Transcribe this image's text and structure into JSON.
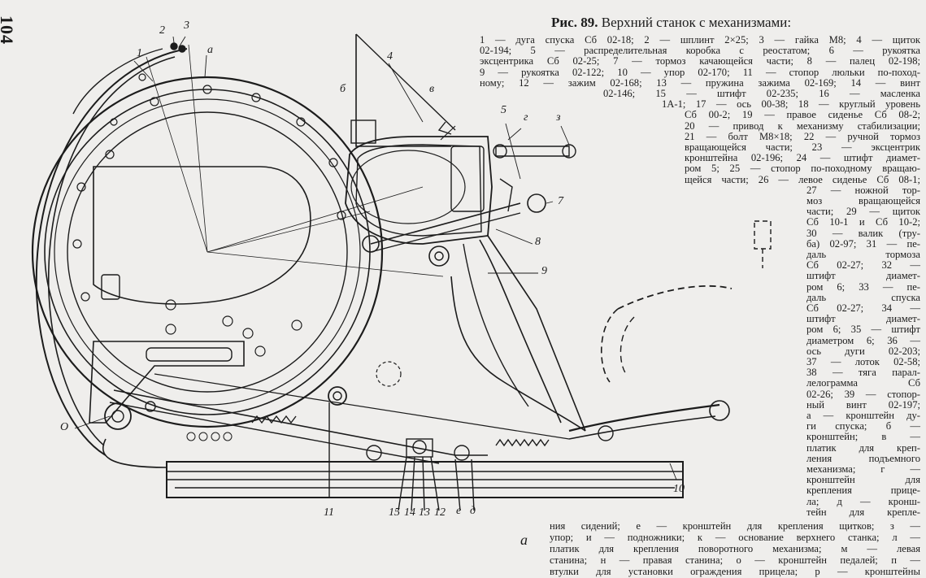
{
  "page_number": "104",
  "figure": {
    "number": "Рис. 89.",
    "title": "Верхний станок с механизмами:"
  },
  "legend_lines": [
    "1 — дуга спуска Сб 02-18; 2 — шплинт 2×25; 3 — гайка М8; 4 — щиток",
    "02-194; 5 — распределительная коробка с реостатом; 6 — рукоятка",
    "эксцентрика Сб 02-25; 7 — тормоз качающейся части; 8 — палец 02-198;",
    "9 — рукоятка 02-122; 10 — упор 02-170; 11 — стопор люльки по-поход-",
    "ному; 12 — зажим 02-168; 13 — пружина зажима 02-169; 14 — винт",
    "02-146; 15 — штифт 02-235; 16 — масленка",
    "1А-1; 17 — ось 00-38; 18 — круглый уровень",
    "Сб 00-2; 19 — правое сиденье Сб 08-2;",
    "20 — привод к механизму стабилизации;",
    "21 — болт М8×18; 22 — ручной тормоз",
    "вращающейся части; 23 — эксцентрик",
    "кронштейна 02-196; 24 — штифт диамет-",
    "ром 5; 25 — стопор по-походному вращаю-",
    "щейся части; 26 — левое сиденье Сб 08-1;",
    "27 — ножной тор-",
    "моз вращающейся",
    "части; 29 — щиток",
    "Сб 10-1 и Сб 10-2;",
    "30 — валик (тру-",
    "ба) 02-97; 31 — пе-",
    "даль тормоза",
    "Сб 02-27; 32 —",
    "штифт диамет-",
    "ром 6; 33 — пе-",
    "даль спуска",
    "Сб 02-27; 34 —",
    "штифт диамет-",
    "ром 6; 35 — штифт",
    "диаметром 6; 36 —",
    "ось дуги 02-203;",
    "37 — лоток 02-58;",
    "38 — тяга парал-",
    "лелограмма Сб",
    "02-26; 39 — стопор-",
    "ный винт 02-197;",
    "а — кронштейн ду-",
    "ги спуска; б —",
    "кронштейн; в —",
    "платик для креп-",
    "ления подъемного",
    "механизма; г —",
    "кронштейн для",
    "крепления прице-",
    "ла; д — кронш-",
    "тейн для крепле-"
  ],
  "legend_bottom": [
    "ния сидений; е — кронштейн для крепления щитков; з —",
    "упор; и — подножники; к — основание верхнего станка; л —",
    "платик для крепления поворотного механизма; м — левая",
    "станина; н — правая станина; о — кронштейн педалей; п —",
    "втулки для установки ограждения прицела; р — кронштейны"
  ],
  "callouts": {
    "n1": "1",
    "n2": "2",
    "n3": "3",
    "n4": "4",
    "n5": "5",
    "n7": "7",
    "n8": "8",
    "n9": "9",
    "n10": "10",
    "n11": "11",
    "n12": "12",
    "n13": "13",
    "n14": "14",
    "n15": "15",
    "la": "а",
    "lb": "б",
    "lv": "в",
    "lg": "г",
    "lz": "з",
    "lo": "О",
    "le": "е",
    "ld": "д"
  },
  "figure_letter": "а",
  "colors": {
    "paper": "#efeeec",
    "ink": "#1c1c1c"
  }
}
